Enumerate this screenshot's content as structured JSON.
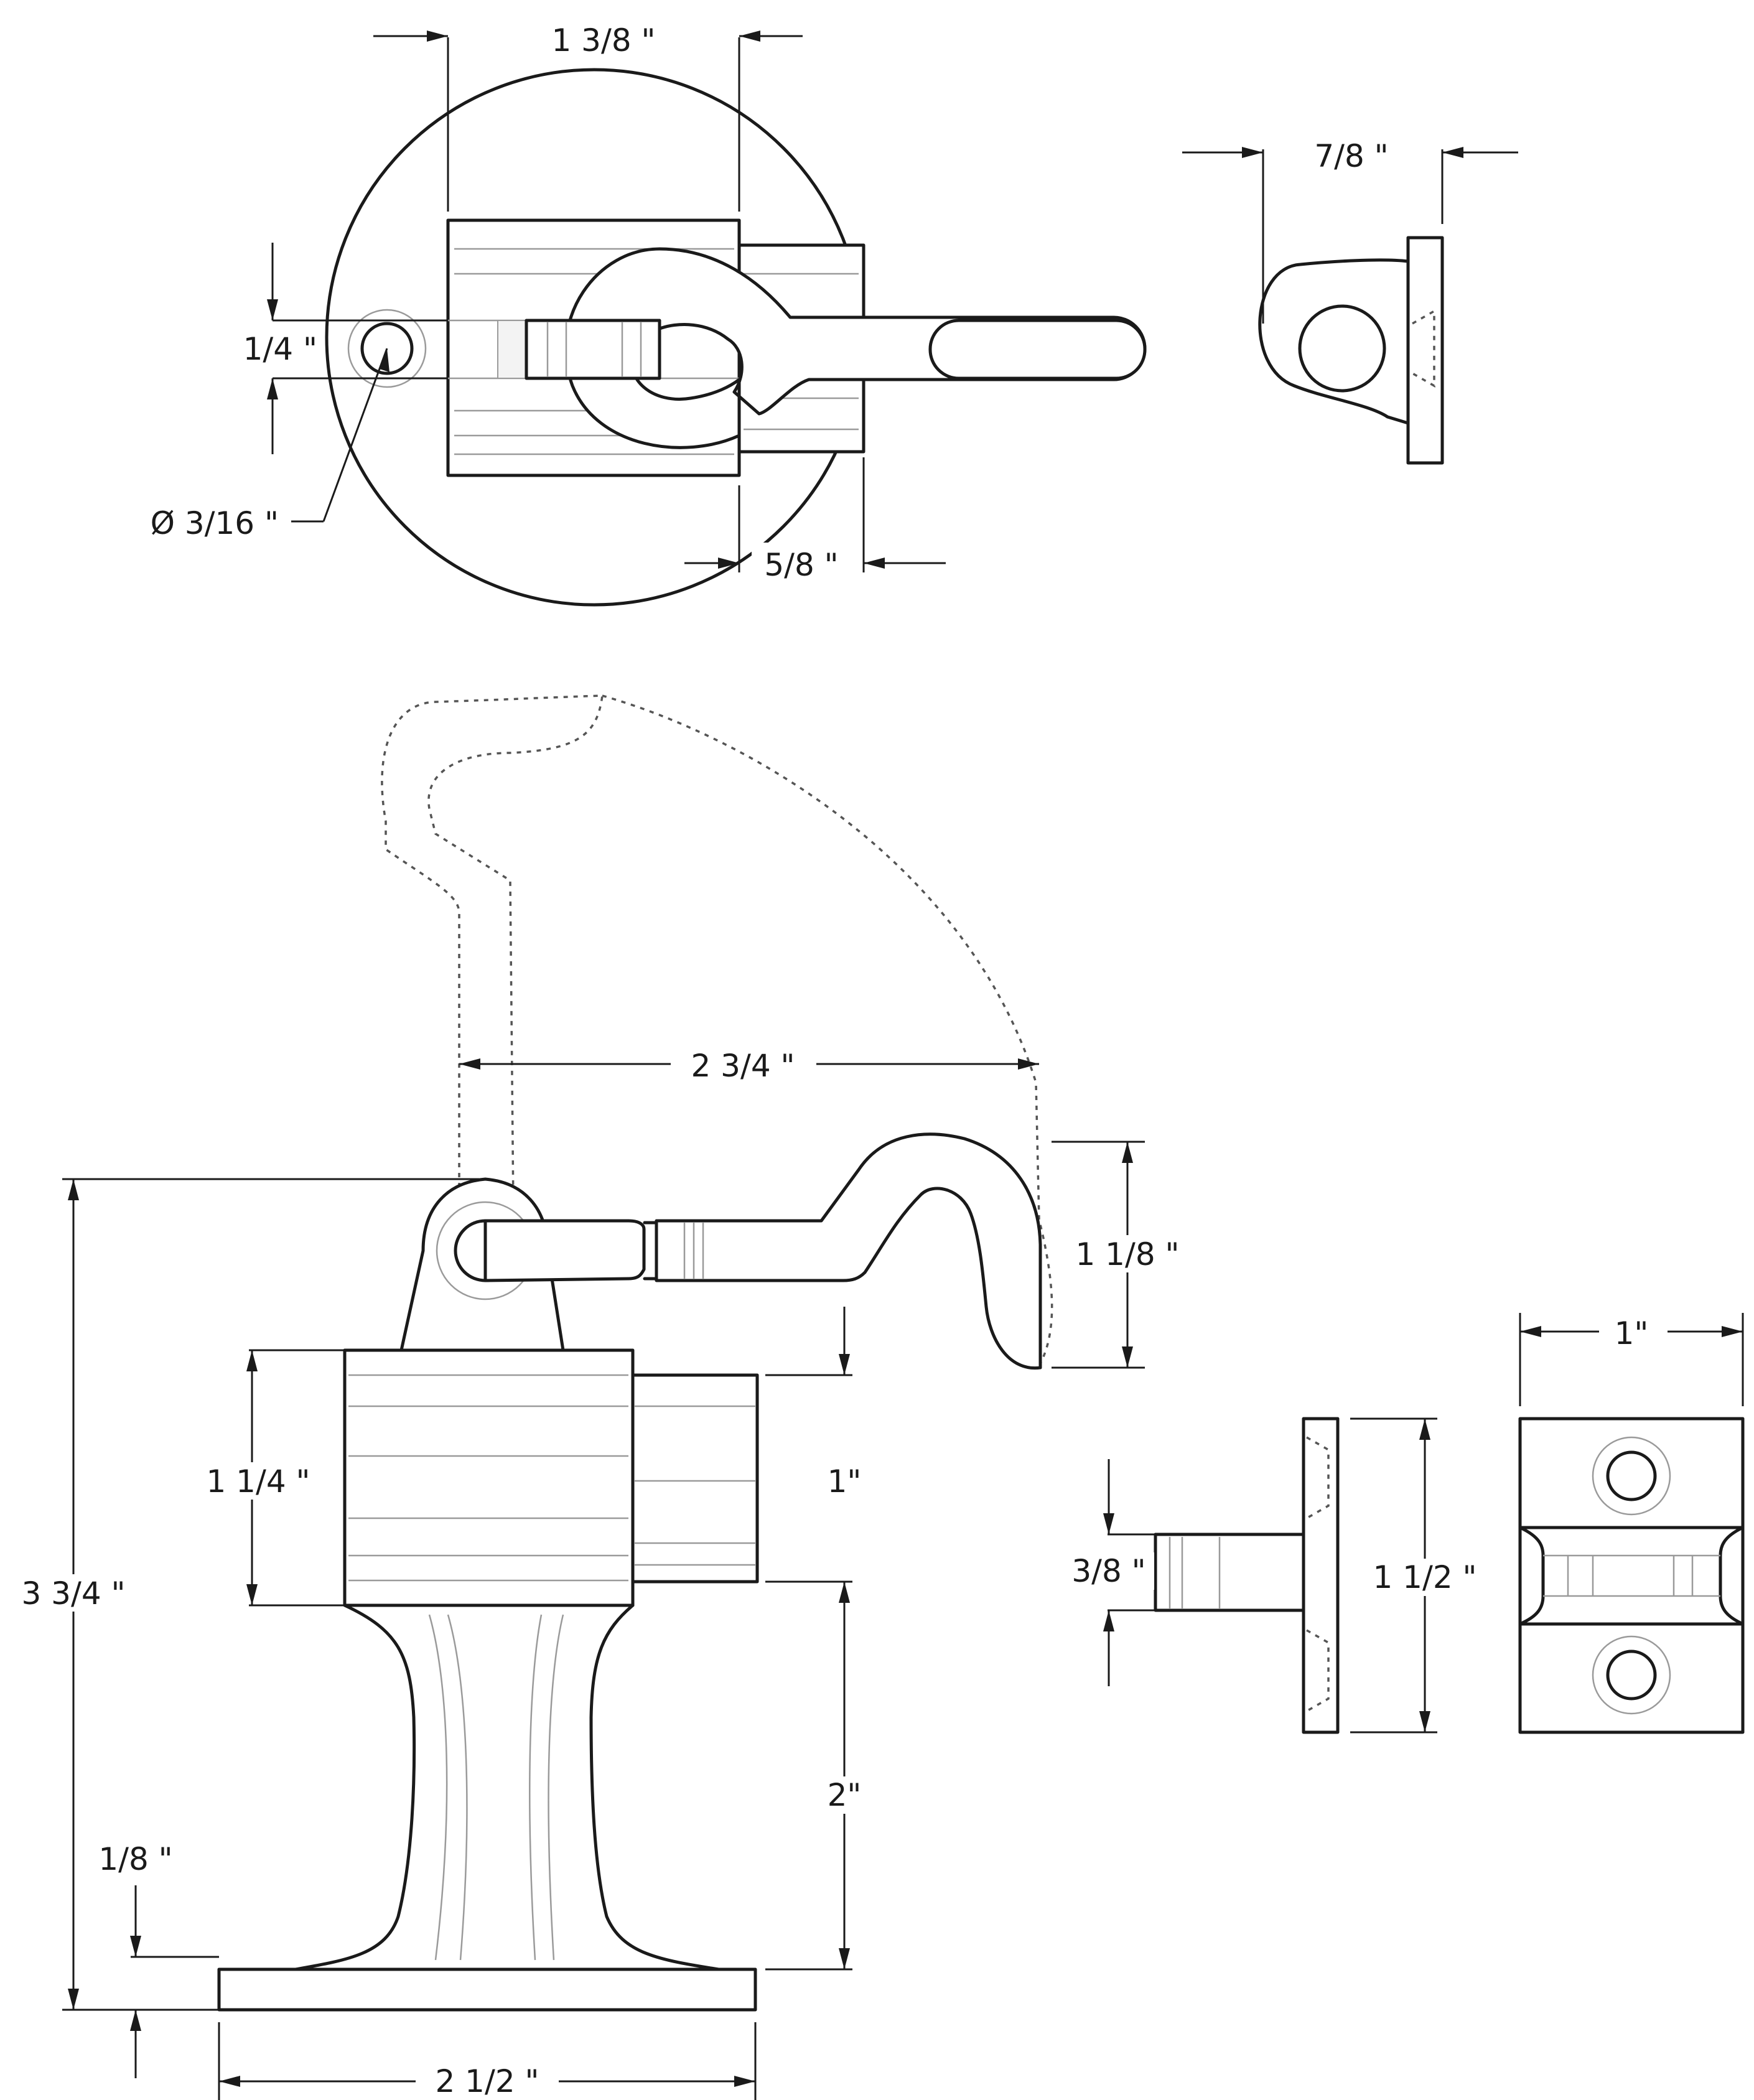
{
  "dimensions": {
    "top_width": "1 3/8 \"",
    "side_flange_width": "7/8 \"",
    "slot_height": "1/4 \"",
    "hole_diameter": "Ø 3/16 \"",
    "keeper_offset": "5/8 \"",
    "hook_reach": "2 3/4 \"",
    "hook_drop": "1 1/8 \"",
    "block_height": "1 1/4 \"",
    "keeper_height": "1\"",
    "total_height": "3 3/4 \"",
    "stem_height": "2\"",
    "base_thickness": "1/8 \"",
    "base_width": "2 1/2 \"",
    "strike_width": "1\"",
    "strike_post": "3/8 \"",
    "strike_height": "1 1/2 \""
  }
}
